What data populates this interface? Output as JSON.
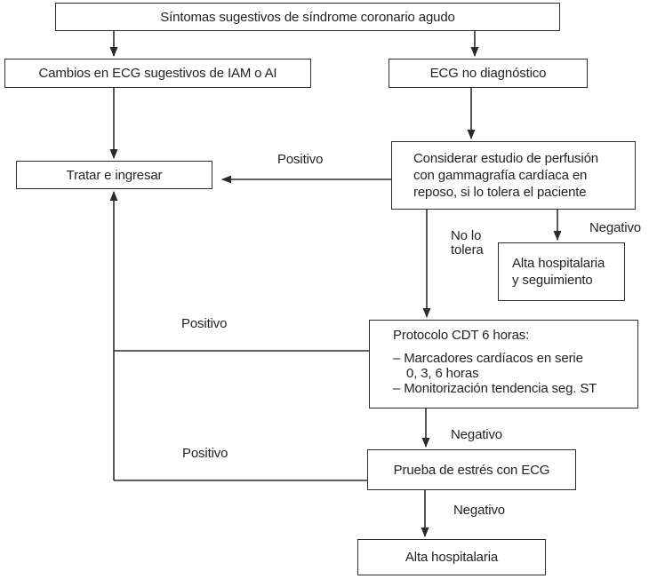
{
  "figure": {
    "type": "flowchart",
    "background_color": "#ffffff",
    "line_color": "#2b2b2b",
    "text_color": "#231f20"
  },
  "nodes": {
    "sintomas": "Síntomas sugestivos de síndrome coronario agudo",
    "cambios_ecg": "Cambios en ECG sugestivos de IAM o AI",
    "ecg_no_diagnostico": "ECG no diagnóstico",
    "tratar_ingresar": "Tratar e ingresar",
    "considerar_perfusion": "Considerar estudio de perfusión\ncon gammagrafía cardíaca en\nreposo, si lo tolera el paciente",
    "alta_seguimiento": "Alta hospitalaria\ny seguimiento",
    "protocolo": {
      "title": "Protocolo CDT 6 horas:",
      "items": [
        "– Marcadores cardíacos en serie\n0, 3, 6 horas",
        "– Monitorización tendencia seg. ST"
      ]
    },
    "prueba_estres": "Prueba de estrés con ECG",
    "alta_hospitalaria": "Alta hospitalaria"
  },
  "edge_labels": {
    "positivo_considerar": "Positivo",
    "positivo_protocolo": "Positivo",
    "positivo_prueba": "Positivo",
    "negativo_considerar": "Negativo",
    "negativo_protocolo": "Negativo",
    "negativo_prueba": "Negativo",
    "no_tolera": "No lo\ntolera"
  }
}
